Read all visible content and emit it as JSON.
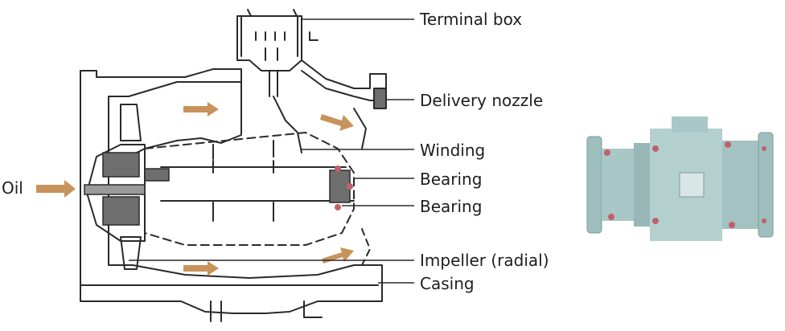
{
  "labels": {
    "terminal_box": "Terminal box",
    "delivery_nozzle": "Delivery nozzle",
    "winding": "Winding",
    "bearing_upper": "Bearing",
    "bearing_lower": "Bearing",
    "impeller": "Impeller (radial)",
    "casing": "Casing",
    "oil": "Oil"
  },
  "colors": {
    "line": "#2a2a2a",
    "arrow": "#c8935a",
    "metal_dark": "#6e6e6e",
    "pump_body": "#a9c7c6"
  }
}
